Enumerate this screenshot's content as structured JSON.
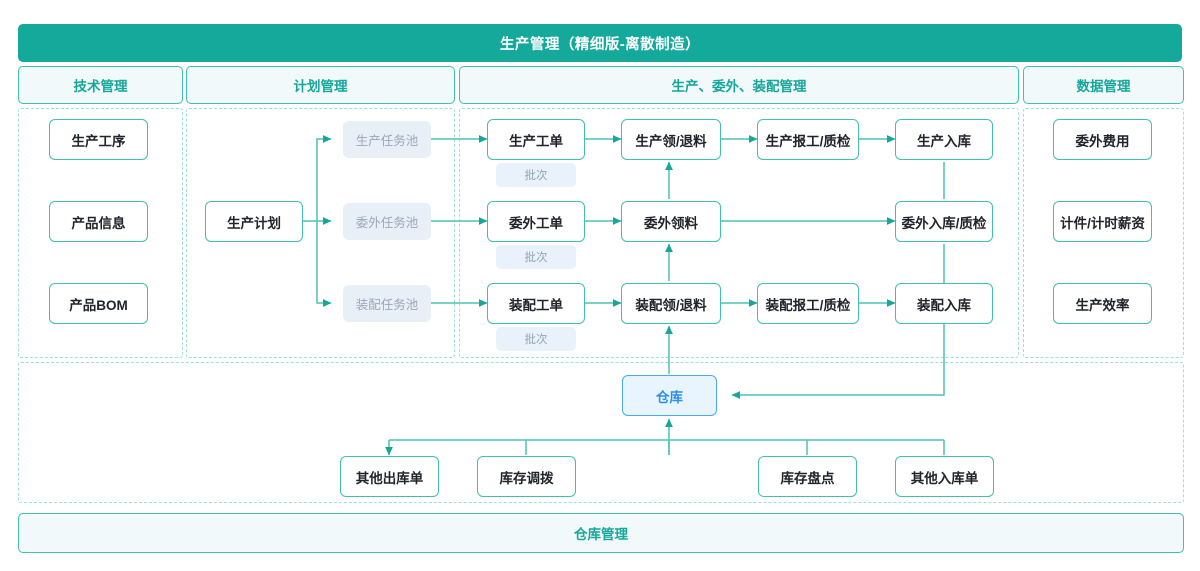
{
  "diagram": {
    "title": "生产管理（精细版-离散制造）",
    "footer": "仓库管理",
    "accent_teal": "#14a99a",
    "node_border": "#3fc0b0",
    "lane_border": "#9edfd6",
    "chip_fill": "#e9eff7",
    "warehouse_blue": "#4fa8f5"
  },
  "sections": [
    {
      "label": "技术管理"
    },
    {
      "label": "计划管理"
    },
    {
      "label": "生产、委外、装配管理"
    },
    {
      "label": "数据管理"
    }
  ],
  "tech_nodes": [
    {
      "label": "生产工序"
    },
    {
      "label": "产品信息"
    },
    {
      "label": "产品BOM"
    }
  ],
  "plan_nodes": [
    {
      "label": "生产计划"
    }
  ],
  "task_pools": [
    {
      "label": "生产任务池"
    },
    {
      "label": "委外任务池"
    },
    {
      "label": "装配任务池"
    }
  ],
  "batch_chips": [
    {
      "label": "批次"
    },
    {
      "label": "批次"
    },
    {
      "label": "批次"
    }
  ],
  "production_rows": [
    {
      "name": "production-lane",
      "nodes": [
        {
          "label": "生产工单"
        },
        {
          "label": "生产领/退料"
        },
        {
          "label": "生产报工/质检"
        },
        {
          "label": "生产入库"
        }
      ]
    },
    {
      "name": "outsource-lane",
      "nodes": [
        {
          "label": "委外工单"
        },
        {
          "label": "委外领料"
        },
        {
          "label": "委外入库/质检"
        }
      ]
    },
    {
      "name": "assembly-lane",
      "nodes": [
        {
          "label": "装配工单"
        },
        {
          "label": "装配领/退料"
        },
        {
          "label": "装配报工/质检"
        },
        {
          "label": "装配入库"
        }
      ]
    }
  ],
  "data_nodes": [
    {
      "label": "委外费用"
    },
    {
      "label": "计件/计时薪资"
    },
    {
      "label": "生产效率"
    }
  ],
  "warehouse": {
    "center_label": "仓库",
    "nodes": [
      {
        "label": "其他出库单"
      },
      {
        "label": "库存调拨"
      },
      {
        "label": "库存盘点"
      },
      {
        "label": "其他入库单"
      }
    ]
  }
}
